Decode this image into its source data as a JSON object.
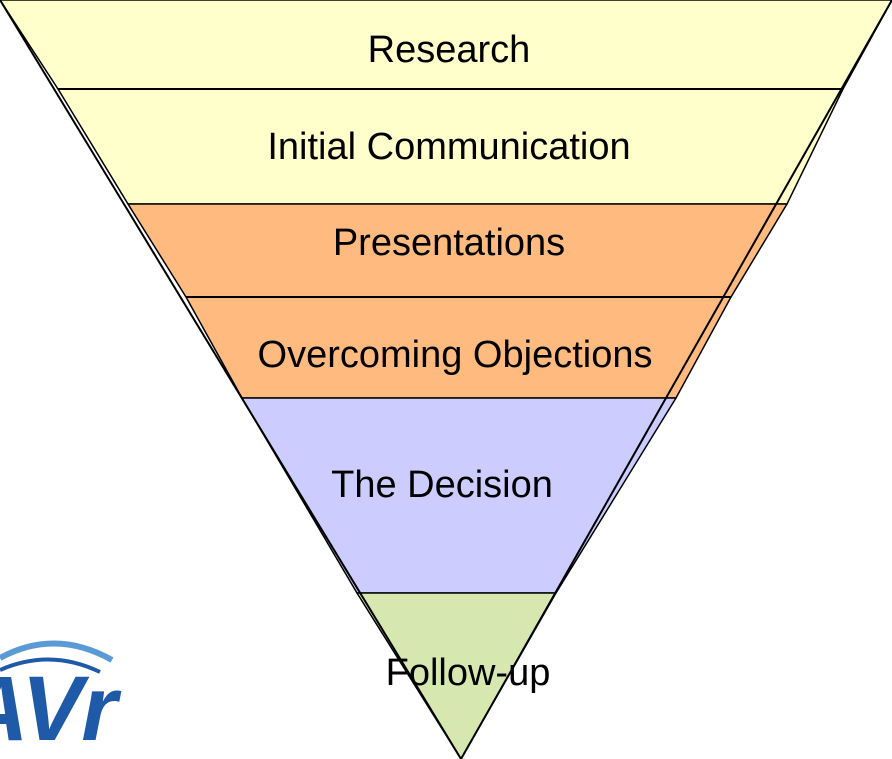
{
  "funnel": {
    "stages": [
      {
        "label": "Research",
        "color": "#ffffcc"
      },
      {
        "label": "Initial Communication",
        "color": "#ffffcc"
      },
      {
        "label": "Presentations",
        "color": "#ffbb7f"
      },
      {
        "label": "Overcoming Objections",
        "color": "#ffbb7f"
      },
      {
        "label": "The Decision",
        "color": "#ccccff"
      },
      {
        "label": "Follow-up",
        "color": "#d6e8b0"
      }
    ],
    "outline_color": "#000000"
  },
  "logo": {
    "text": "AVr",
    "color": "#1f5aa8",
    "accent_color": "#5b9bd5"
  }
}
